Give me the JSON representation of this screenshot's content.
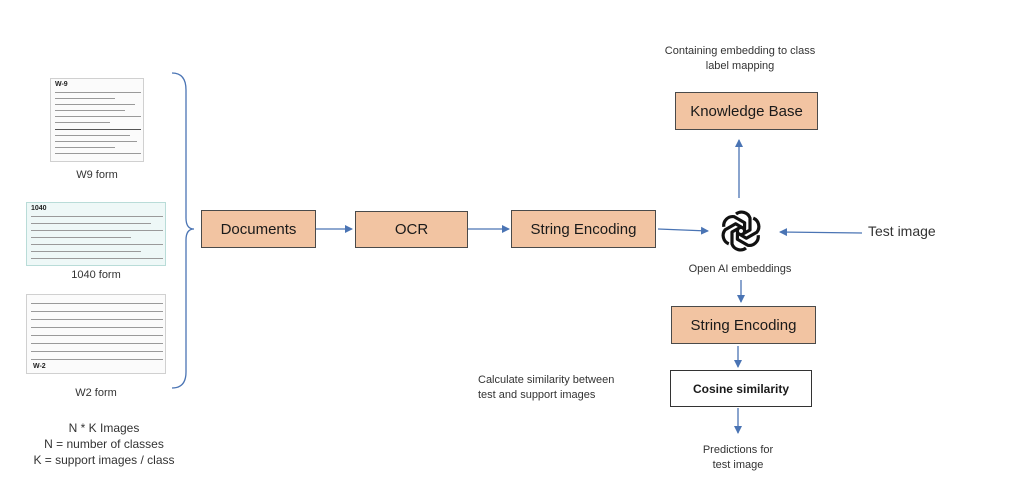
{
  "forms": [
    {
      "caption": "W9 form",
      "header_text": "W-9"
    },
    {
      "caption": "1040 form",
      "header_text": "1040"
    },
    {
      "caption": "W2 form",
      "header_text": "W-2"
    }
  ],
  "set_notes": [
    "N * K Images",
    "N = number of classes",
    "K = support images / class"
  ],
  "pipeline": {
    "documents": "Documents",
    "ocr": "OCR",
    "string_encoding": "String Encoding"
  },
  "knowledge_base": {
    "note": "Containing embedding to class\nlabel mapping",
    "label": "Knowledge Base"
  },
  "embeddings_label": "Open AI embeddings",
  "test_image": "Test image",
  "string_encoding_2": "String Encoding",
  "similarity_note": "Calculate similarity between\ntest and support images",
  "cosine": "Cosine similarity",
  "predictions": "Predictions for\ntest image",
  "colors": {
    "box_fill": "#f2c4a2",
    "arrow": "#4a74b4"
  }
}
